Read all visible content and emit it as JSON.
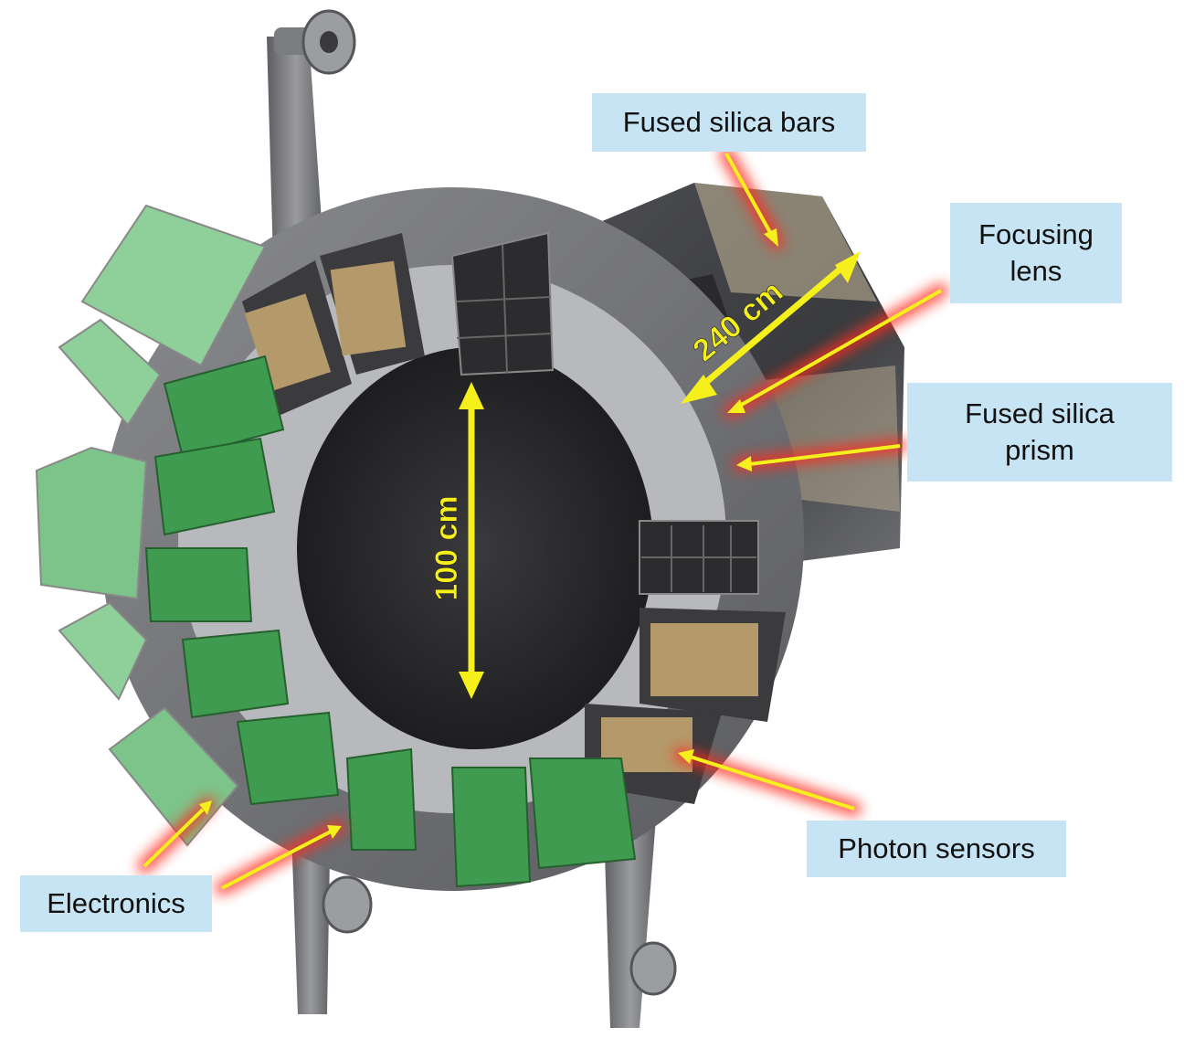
{
  "labels": {
    "fused_silica_bars": "Fused silica bars",
    "focusing_lens": "Focusing\nlens",
    "fused_silica_prism": "Fused silica\nprism",
    "photon_sensors": "Photon sensors",
    "electronics": "Electronics"
  },
  "dimensions": {
    "length": "240 cm",
    "diameter": "100 cm"
  },
  "colors": {
    "label_background": "#c6e4f3",
    "arrow": "#f5ef1c",
    "glow": "#ff2a1a",
    "frame": "#6b6c70",
    "electronics_board": "#3f9b4f",
    "sensor_gold": "#b49a6a"
  }
}
